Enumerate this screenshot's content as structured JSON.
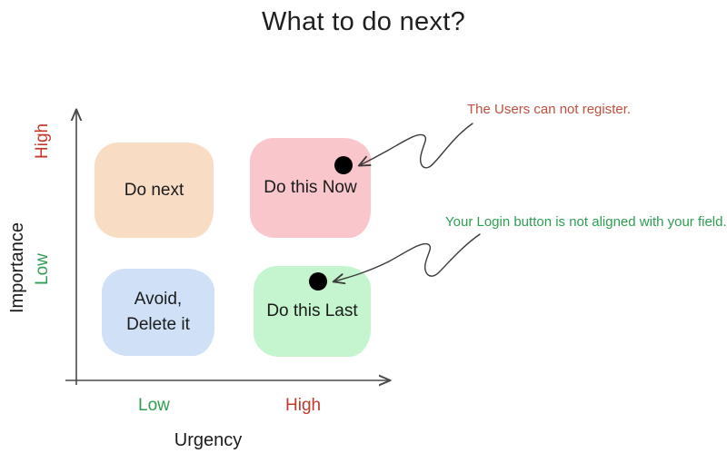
{
  "title": "What to do next?",
  "axes": {
    "y": {
      "title": "Importance",
      "ticks": {
        "high": "High",
        "low": "Low"
      }
    },
    "x": {
      "title": "Urgency",
      "ticks": {
        "low": "Low",
        "high": "High"
      }
    }
  },
  "quadrants": [
    {
      "id": "do-next",
      "label": "Do next",
      "color": "#f9dcc4",
      "urgency": "Low",
      "importance": "High"
    },
    {
      "id": "do-this-now",
      "label": "Do this Now",
      "color": "#f9c6cb",
      "urgency": "High",
      "importance": "High"
    },
    {
      "id": "avoid-delete",
      "label": "Avoid,\nDelete it",
      "color": "#cfe0f7",
      "urgency": "Low",
      "importance": "Low"
    },
    {
      "id": "do-this-last",
      "label": "Do this Last",
      "color": "#c5f5ce",
      "urgency": "High",
      "importance": "Low"
    }
  ],
  "annotations": [
    {
      "id": "register",
      "text": "The Users can not register.",
      "color": "#c0503f",
      "points_to": "do-this-now"
    },
    {
      "id": "login",
      "text": "Your Login button is not aligned with your field.",
      "color": "#2e9e53",
      "points_to": "do-this-last"
    }
  ],
  "colors": {
    "high": "#c0392b",
    "low": "#2e9e53",
    "axis": "#4a4a4a",
    "marker": "#000000",
    "background": "#ffffff"
  },
  "chart_data": {
    "type": "scatter",
    "title": "What to do next?",
    "xlabel": "Urgency",
    "ylabel": "Importance",
    "x_ticks": [
      "Low",
      "High"
    ],
    "y_ticks": [
      "Low",
      "High"
    ],
    "grid": false,
    "legend": "none",
    "quadrants": [
      {
        "name": "Do next",
        "x": "Low",
        "y": "High",
        "color": "#f9dcc4"
      },
      {
        "name": "Do this Now",
        "x": "High",
        "y": "High",
        "color": "#f9c6cb"
      },
      {
        "name": "Avoid, Delete it",
        "x": "Low",
        "y": "Low",
        "color": "#cfe0f7"
      },
      {
        "name": "Do this Last",
        "x": "High",
        "y": "Low",
        "color": "#c5f5ce"
      }
    ],
    "points": [
      {
        "label": "The Users can not register.",
        "quadrant": "Do this Now",
        "px": [
          378,
          182
        ]
      },
      {
        "label": "Your Login button is not aligned with your field.",
        "quadrant": "Do this Last",
        "px": [
          350,
          310
        ]
      }
    ]
  }
}
